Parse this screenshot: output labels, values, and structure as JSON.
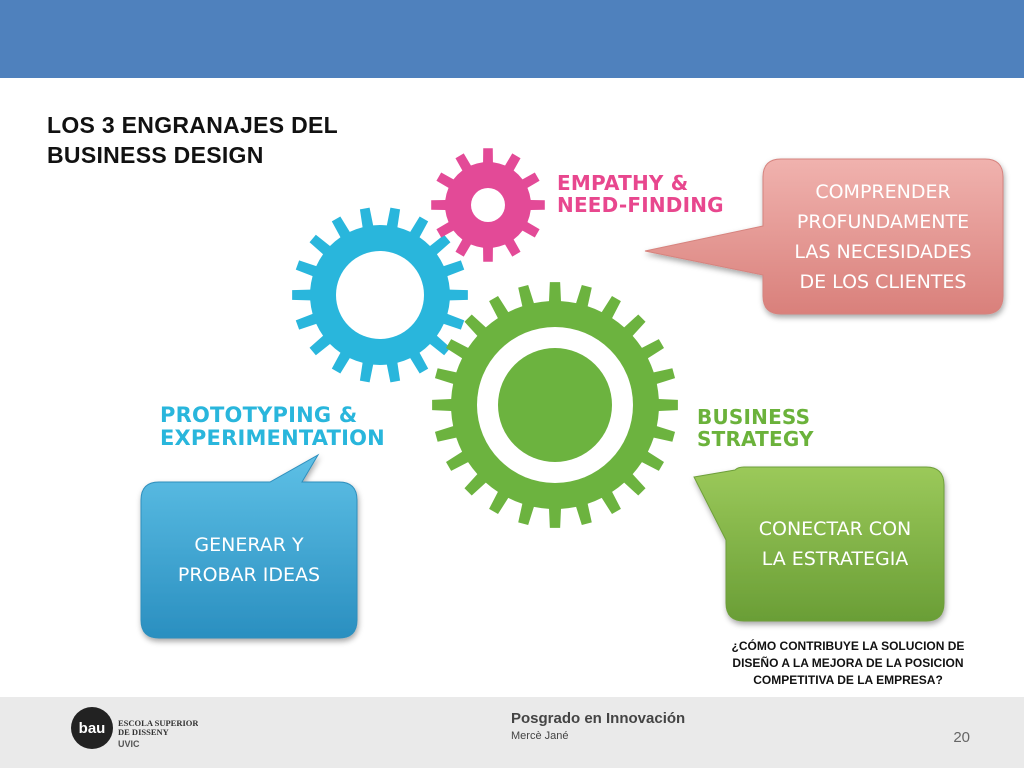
{
  "slide": {
    "title_lines": [
      "LOS 3 ENGRANAJES DEL",
      "BUSINESS DESIGN"
    ]
  },
  "gears": {
    "empathy": {
      "label_lines": [
        "EMPATHY &",
        "NEED-FINDING"
      ],
      "color": "#e34a97"
    },
    "prototyping": {
      "label_lines": [
        "PROTOTYPING &",
        "EXPERIMENTATION"
      ],
      "color": "#29b6dc"
    },
    "strategy": {
      "label_lines": [
        "BUSINESS",
        "STRATEGY"
      ],
      "color": "#6cb33f"
    }
  },
  "callouts": {
    "empathy": {
      "lines": [
        "COMPRENDER",
        "PROFUNDAMENTE",
        "LAS NECESIDADES",
        "DE  LOS CLIENTES"
      ],
      "color": "#e29894"
    },
    "prototyping": {
      "lines": [
        "GENERAR Y",
        "PROBAR IDEAS"
      ],
      "color": "#3fa9d6"
    },
    "strategy": {
      "lines": [
        "CONECTAR CON",
        "LA ESTRATEGIA"
      ],
      "color": "#80b54a"
    }
  },
  "question": {
    "lines": [
      "¿CÓMO CONTRIBUYE LA SOLUCION DE",
      "DISEÑO A LA MEJORA  DE LA POSICION",
      "COMPETITIVA DE LA EMPRESA?"
    ]
  },
  "footer": {
    "logo": {
      "mark": "bau",
      "school_lines": [
        "ESCOLA SUPERIOR",
        "DE DISSENY"
      ],
      "university": "UVIC"
    },
    "program": "Posgrado en  Innovación",
    "author": "Mercè Jané",
    "page_number": "20"
  }
}
